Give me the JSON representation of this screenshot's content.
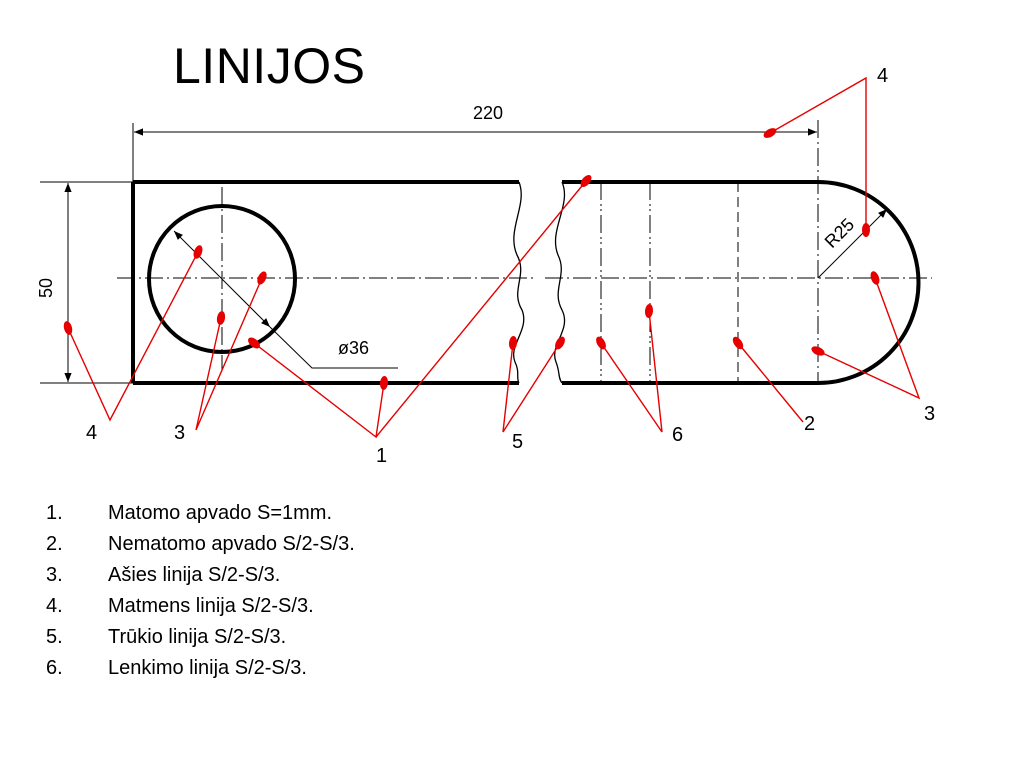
{
  "slide": {
    "title": "LINIJOS"
  },
  "drawing": {
    "dimensions": {
      "length": "220",
      "height": "50",
      "hole_diameter": "ø36",
      "radius": "R25"
    },
    "callout_numbers": {
      "line1": "1",
      "line2": "2",
      "line3_left": "3",
      "line3_right": "3",
      "line4_left": "4",
      "line4_right": "4",
      "line5": "5",
      "line6": "6"
    },
    "colors": {
      "outline": "#000000",
      "callout": "#e60000"
    }
  },
  "legend": {
    "items": [
      {
        "number": "1.",
        "text": "Matomo apvado S=1mm."
      },
      {
        "number": "2.",
        "text": "Nematomo apvado S/2-S/3."
      },
      {
        "number": "3.",
        "text": "Ašies linija S/2-S/3."
      },
      {
        "number": "4.",
        "text": "Matmens linija S/2-S/3."
      },
      {
        "number": "5.",
        "text": "Trūkio linija S/2-S/3."
      },
      {
        "number": "6.",
        "text": "Lenkimo linija S/2-S/3."
      }
    ]
  }
}
